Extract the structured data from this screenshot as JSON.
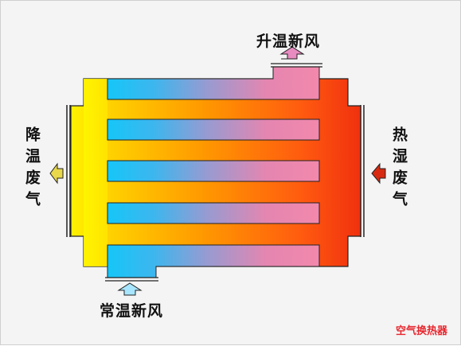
{
  "labels": {
    "top_output": "升温新风",
    "bottom_input": "常温新风",
    "left_output": "降温废气",
    "right_input": "热湿废气"
  },
  "watermark": "空气换热器",
  "colors": {
    "hot_red": "#f03a12",
    "warm_orange": "#ff9a00",
    "yellow": "#ffec00",
    "cold_blue": "#1ec4f7",
    "pink": "#f07aa6",
    "pink_arrow": "#e88bc0",
    "blue_arrow": "#a8e6ff",
    "yellow_arrow": "#e8d84a",
    "red_arrow": "#d82a10"
  },
  "icons": {
    "top_arrow": "arrow-up-icon",
    "bottom_arrow": "arrow-up-icon",
    "left_arrow": "arrow-left-icon",
    "right_arrow": "arrow-left-icon"
  }
}
